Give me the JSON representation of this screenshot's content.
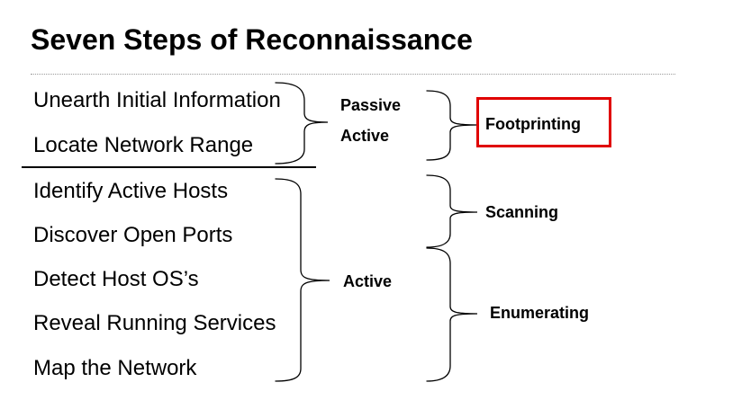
{
  "title": "Seven Steps of Reconnaissance",
  "steps": [
    "Unearth Initial Information",
    "Locate Network Range",
    "Identify Active Hosts",
    "Discover Open Ports",
    "Detect Host OS’s",
    "Reveal Running Services",
    "Map the Network"
  ],
  "modes": {
    "passive": "Passive",
    "active_top": "Active",
    "active_bottom": "Active"
  },
  "phases": {
    "footprinting": "Footprinting",
    "scanning": "Scanning",
    "enumerating": "Enumerating"
  },
  "colors": {
    "highlight": "#e00000",
    "text": "#000000"
  }
}
